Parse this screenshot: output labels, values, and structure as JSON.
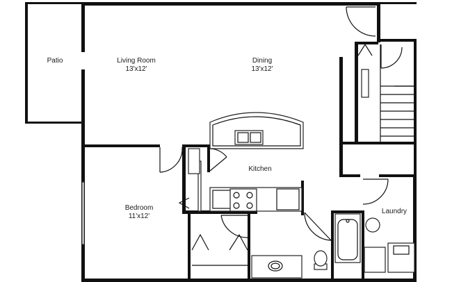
{
  "rooms": {
    "patio": {
      "name": "Patio"
    },
    "living": {
      "name": "Living Room",
      "size": "13'x12'"
    },
    "dining": {
      "name": "Dining",
      "size": "13'x12'"
    },
    "kitchen": {
      "name": "Kitchen"
    },
    "bedroom": {
      "name": "Bedroom",
      "size": "11'x12'"
    },
    "laundry": {
      "name": "Laundry"
    }
  }
}
